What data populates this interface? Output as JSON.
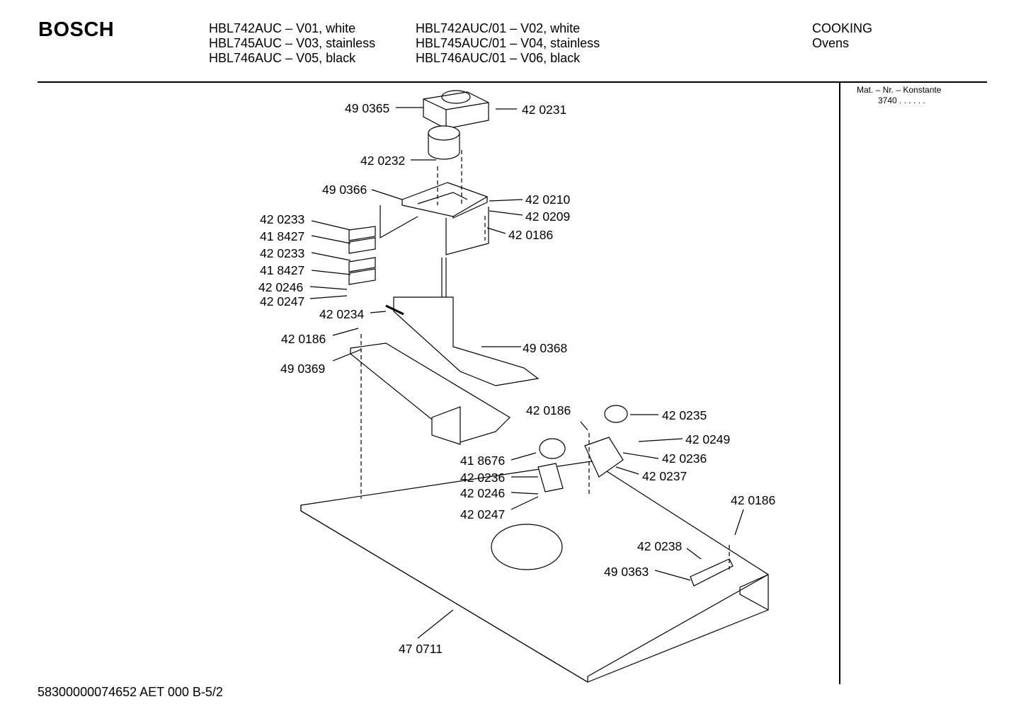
{
  "header": {
    "brand": "BOSCH",
    "models_left": [
      "HBL742AUC – V01, white",
      "HBL745AUC – V03, stainless",
      "HBL746AUC – V05, black"
    ],
    "models_right": [
      "HBL742AUC/01 – V02, white",
      "HBL745AUC/01 – V04, stainless",
      "HBL746AUC/01 – V06, black"
    ],
    "category": "COOKING",
    "subcategory": "Ovens"
  },
  "side_panel": {
    "mat_label": "Mat. – Nr. – Konstante",
    "mat_value": "3740  .  .  .  .  .  ."
  },
  "footer": {
    "doc_code": "58300000074652 AET 000  B-5/2"
  },
  "parts": [
    {
      "label": "49 0365"
    },
    {
      "label": "42 0231"
    },
    {
      "label": "42 0232"
    },
    {
      "label": "49 0366"
    },
    {
      "label": "42 0210"
    },
    {
      "label": "42 0209"
    },
    {
      "label": "42 0186"
    },
    {
      "label": "42 0233"
    },
    {
      "label": "41 8427"
    },
    {
      "label": "42 0233"
    },
    {
      "label": "41 8427"
    },
    {
      "label": "42 0246"
    },
    {
      "label": "42 0247"
    },
    {
      "label": "42 0234"
    },
    {
      "label": "42 0186"
    },
    {
      "label": "49 0368"
    },
    {
      "label": "49 0369"
    },
    {
      "label": "42 0186"
    },
    {
      "label": "42 0235"
    },
    {
      "label": "42 0249"
    },
    {
      "label": "42 0236"
    },
    {
      "label": "41 8676"
    },
    {
      "label": "42 0236"
    },
    {
      "label": "42 0237"
    },
    {
      "label": "42 0246"
    },
    {
      "label": "42 0247"
    },
    {
      "label": "42 0186"
    },
    {
      "label": "42 0238"
    },
    {
      "label": "49 0363"
    },
    {
      "label": "47 0711"
    }
  ]
}
